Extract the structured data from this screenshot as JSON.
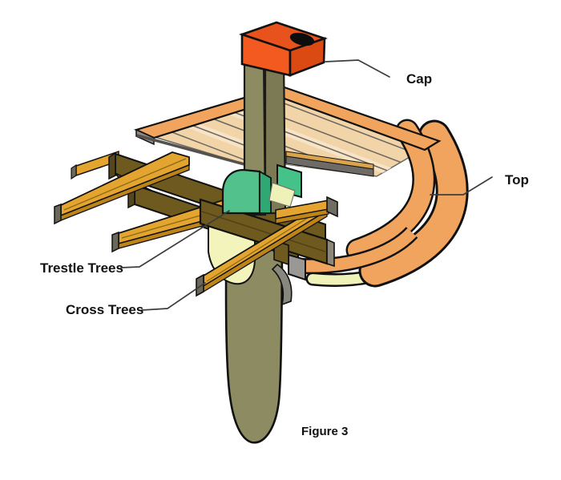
{
  "figure": {
    "caption": "Figure 3",
    "labels": {
      "cap": "Cap",
      "top": "Top",
      "trestle_trees": "Trestle Trees",
      "cross_trees": "Cross Trees"
    },
    "colors": {
      "background": "#ffffff",
      "cap_orange_front": "#f35a1f",
      "cap_orange_top": "#e8521c",
      "cap_orange_side": "#dc4a14",
      "cap_hole_black": "#0d0d0d",
      "mast_olive_light": "#8d8b62",
      "mast_olive_dark": "#7c7a55",
      "top_rim_orange": "#f1a45d",
      "plank_tan": "#f2d4a9",
      "plank_tan_light": "#f7e3c6",
      "rim_underside_pale": "#eff3b7",
      "cross_tree_gold": "#e3a52f",
      "cross_tree_gold_side": "#bd8418",
      "trestle_brown": "#6e591e",
      "cheek_green": "#52c18c",
      "cheek_green_dark": "#2fa873",
      "bolster_pale": "#f2f4bb",
      "edge_gray": "#6e6a66",
      "outline_black": "#111111",
      "leader_gray": "#3d3d3d"
    }
  }
}
